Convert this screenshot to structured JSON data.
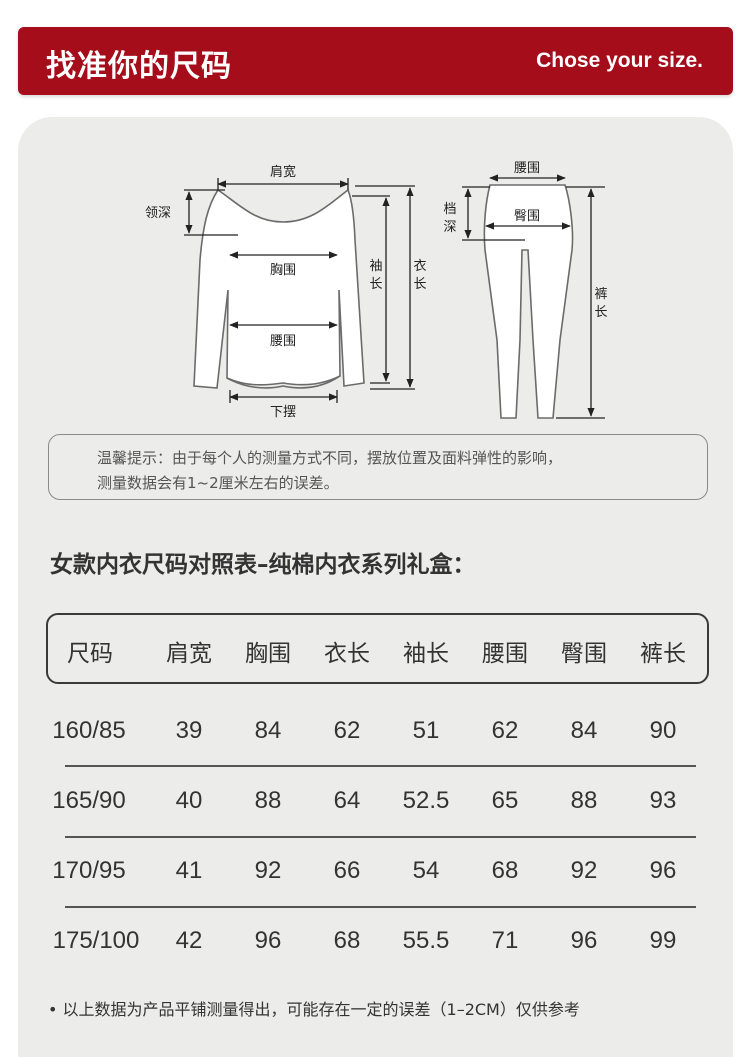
{
  "header": {
    "title": "找准你的尺码",
    "subtitle_en": "Chose your size.",
    "bg_color": "#a50d1a"
  },
  "diagram": {
    "top_labels": {
      "shoulder": "肩宽",
      "neck_depth": "领深",
      "chest": "胸围",
      "waist": "腰围",
      "hem": "下摆",
      "sleeve_length": "袖长",
      "garment_length": "衣长"
    },
    "pants_labels": {
      "waist": "腰围",
      "rise": "档深",
      "hip": "臀围",
      "pants_length": "裤长"
    }
  },
  "tip": {
    "line1": "温馨提示：由于每个人的测量方式不同，摆放位置及面料弹性的影响，",
    "line2": "测量数据会有1~2厘米左右的误差。"
  },
  "section_title": "女款内衣尺码对照表–纯棉内衣系列礼盒：",
  "table": {
    "headers": [
      "尺码",
      "肩宽",
      "胸围",
      "衣长",
      "袖长",
      "腰围",
      "臀围",
      "裤长"
    ],
    "rows": [
      [
        "160/85",
        "39",
        "84",
        "62",
        "51",
        "62",
        "84",
        "90"
      ],
      [
        "165/90",
        "40",
        "88",
        "64",
        "52.5",
        "65",
        "88",
        "93"
      ],
      [
        "170/95",
        "41",
        "92",
        "66",
        "54",
        "68",
        "92",
        "96"
      ],
      [
        "175/100",
        "42",
        "96",
        "68",
        "55.5",
        "71",
        "96",
        "99"
      ]
    ]
  },
  "footnote": "• 以上数据为产品平铺测量得出，可能存在一定的误差（1–2CM）仅供参考"
}
